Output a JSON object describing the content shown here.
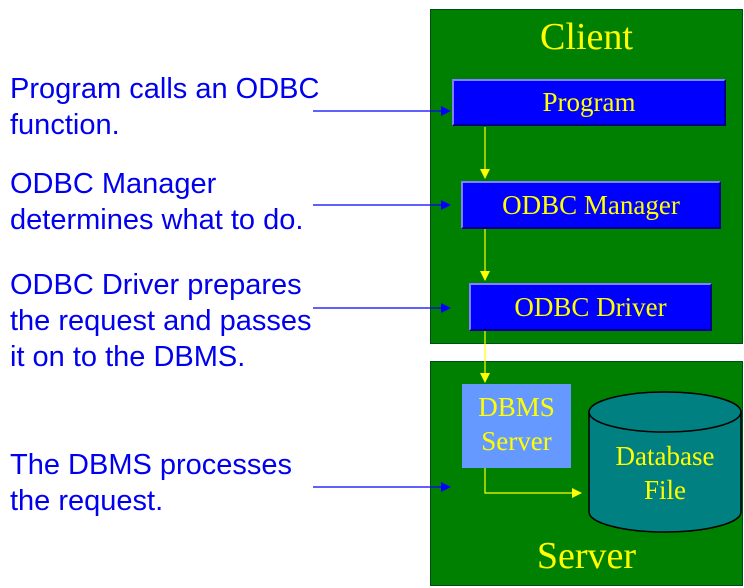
{
  "notes": [
    "Program calls an ODBC\nfunction.",
    "ODBC Manager\ndetermines what to do.",
    "ODBC Driver prepares\nthe request and passes\nit on to the DBMS.",
    "The DBMS processes\nthe request."
  ],
  "client": {
    "title": "Client",
    "program": "Program",
    "manager": "ODBC Manager",
    "driver": "ODBC Driver"
  },
  "server": {
    "title": "Server",
    "dbms": "DBMS\nServer",
    "database": "Database\nFile"
  },
  "colors": {
    "panel": "#008000",
    "box": "#0000ff",
    "dbms_box": "#6699ff",
    "cylinder": "#008080",
    "label_text": "#ffff00",
    "note_text": "#0000ee",
    "arrow_client": "#ffff00",
    "arrow_note": "#0000ff"
  }
}
